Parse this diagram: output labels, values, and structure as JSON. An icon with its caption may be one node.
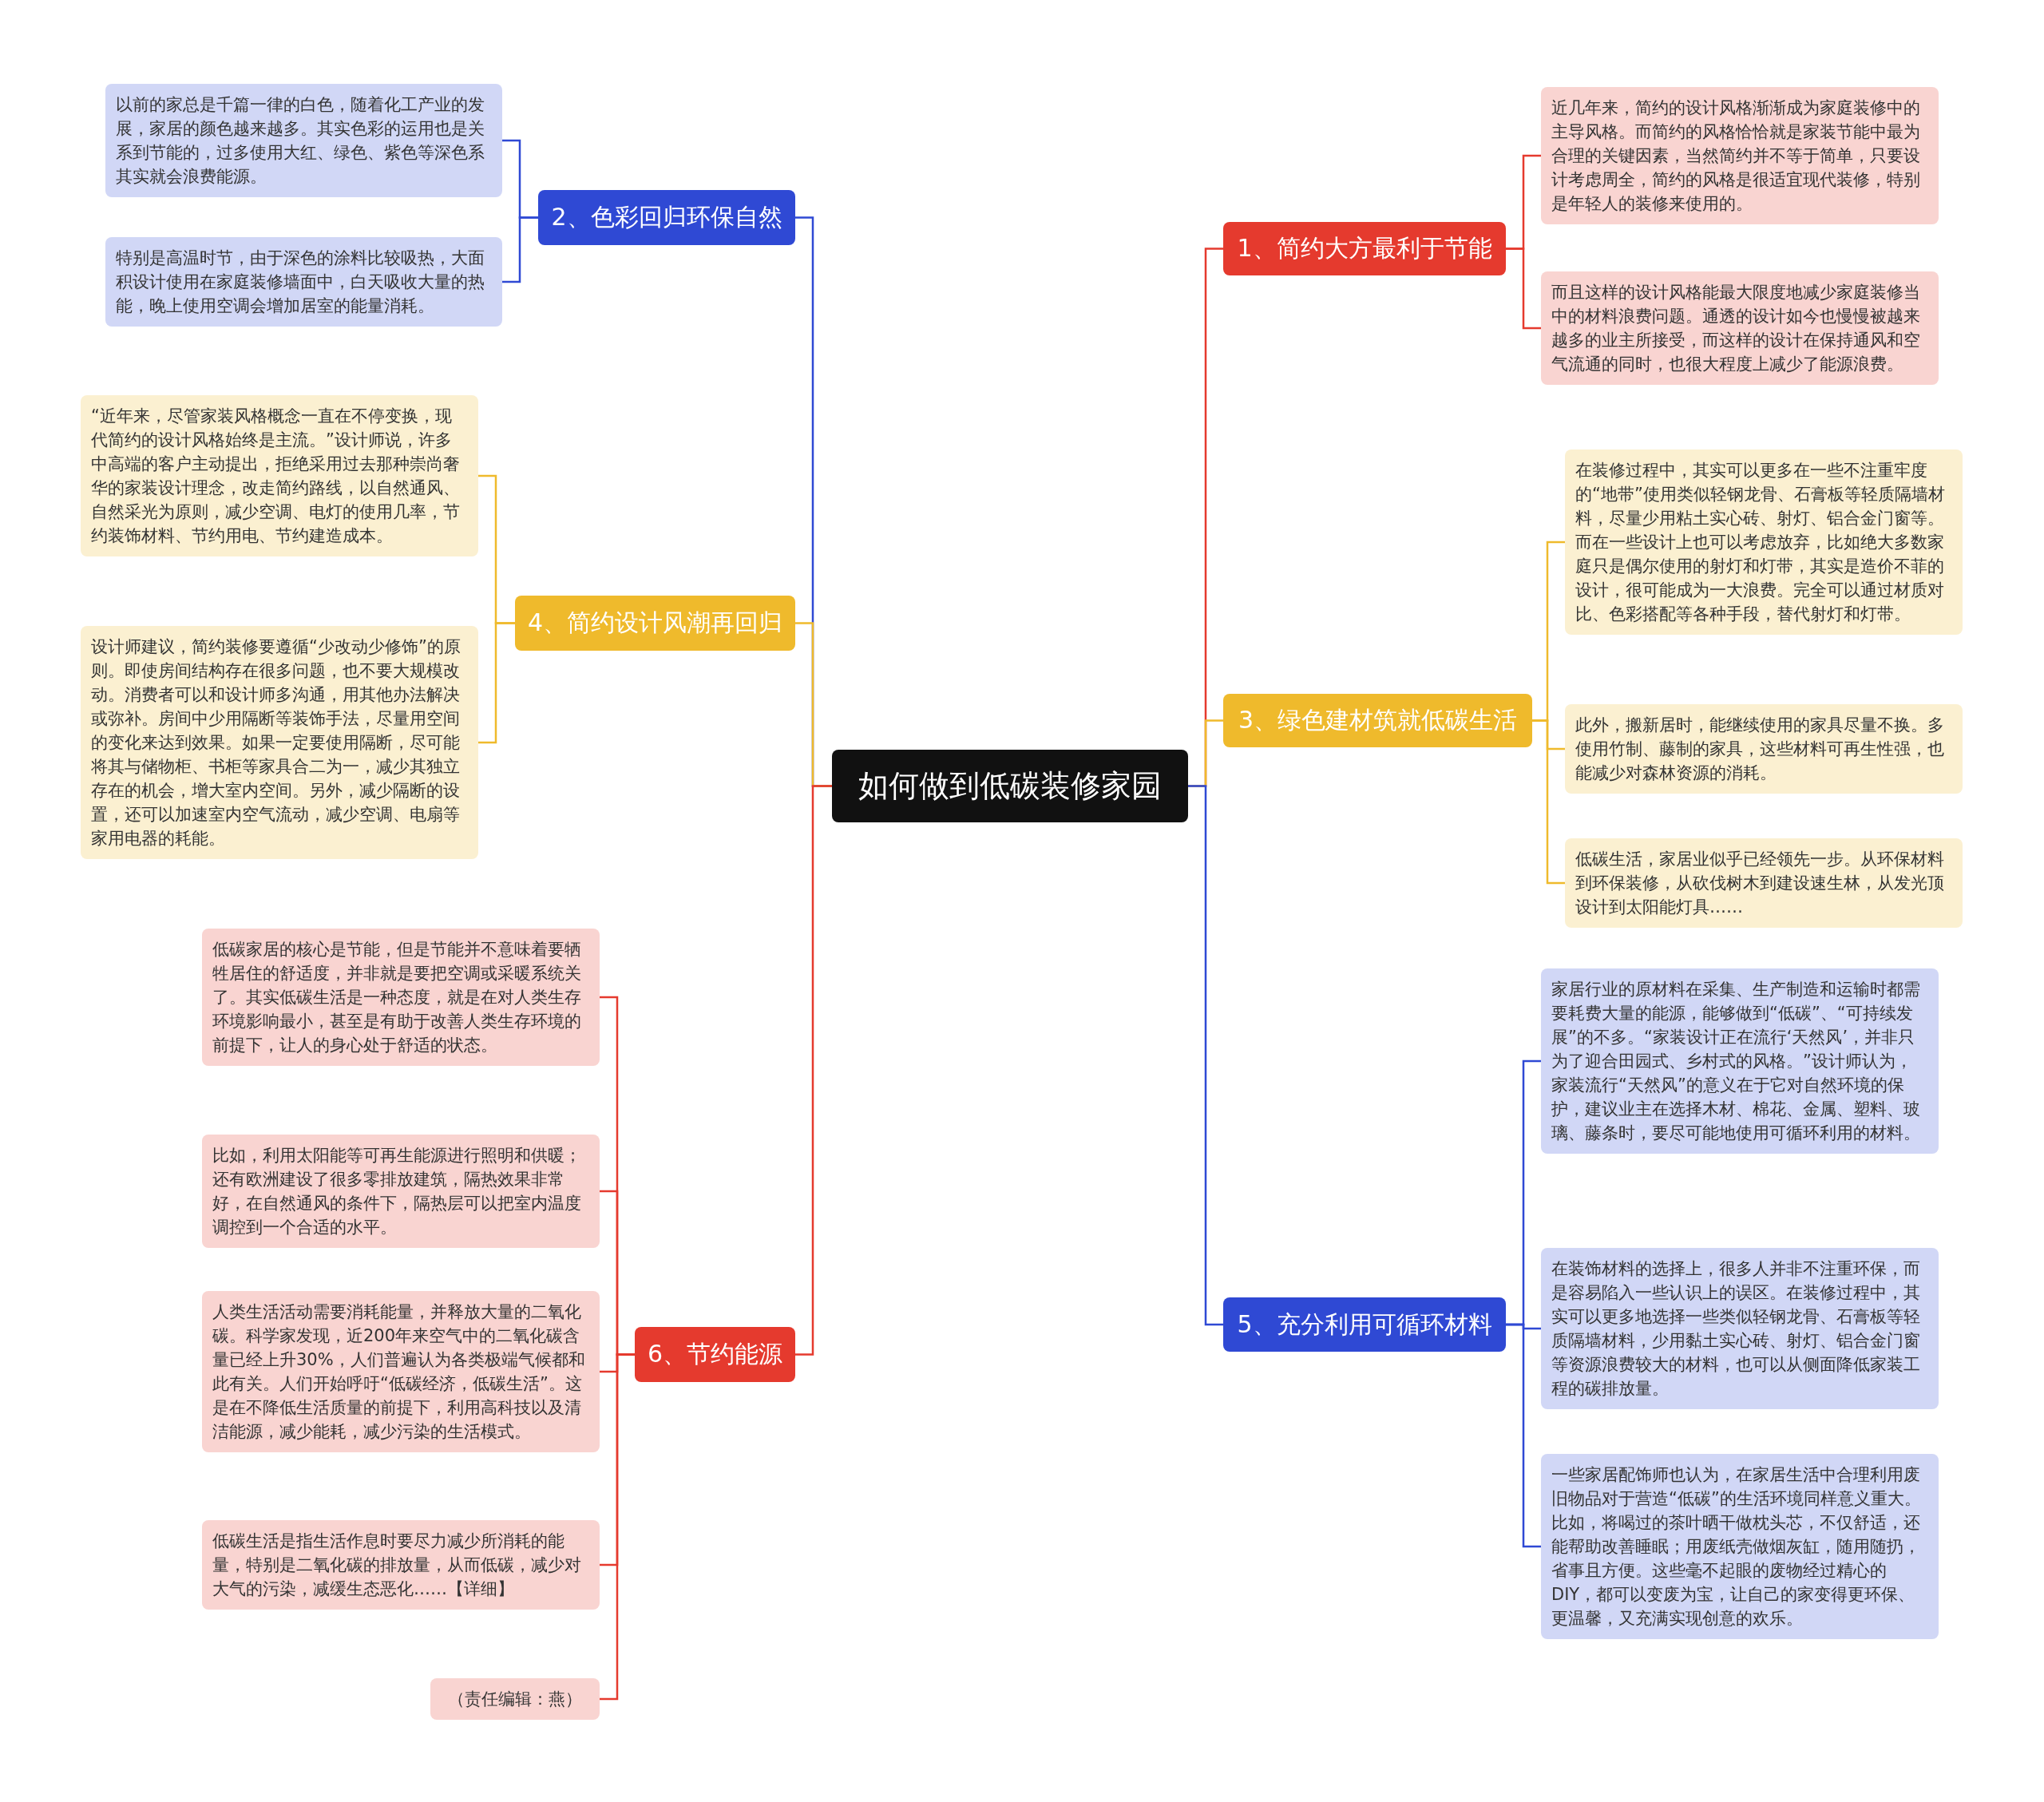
{
  "diagram": {
    "nodes": [
      {
        "text": [
          "如何做到低碳装修家园"
        ]
      },
      {
        "text": [
          "1、简约大方最利于节能"
        ]
      },
      {
        "text": [
          "近几年来，简约的设计风格渐渐成为家庭装修中的主导风格。而简约的风格恰恰就是家装节能中最为合理的关键因素，当然简约并不等于简单，只要设计考虑周全，简约的风格是很适宜现代装修，特别是年轻人的装修来使用的。"
        ]
      },
      {
        "text": [
          "而且这样的设计风格能最大限度地减少家庭装修当中的材料浪费问题。通透的设计如今也慢慢被越来越多的业主所接受，而这样的设计在保持通风和空气流通的同时，也很大程度上减少了能源浪费。"
        ]
      },
      {
        "text": [
          "2、色彩回归环保自然"
        ]
      },
      {
        "text": [
          "以前的家总是千篇一律的白色，随着化工产业的发展，家居的颜色越来越多。其实色彩的运用也是关系到节能的，过多使用大红、绿色、紫色等深色系其实就会浪费能源。"
        ]
      },
      {
        "text": [
          "特别是高温时节，由于深色的涂料比较吸热，大面积设计使用在家庭装修墙面中，白天吸收大量的热能，晚上使用空调会增加居室的能量消耗。"
        ]
      },
      {
        "text": [
          "3、绿色建材筑就低碳生活"
        ]
      },
      {
        "text": [
          "在装修过程中，其实可以更多在一些不注重牢度的“地带”使用类似轻钢龙骨、石膏板等轻质隔墙材料，尽量少用粘土实心砖、射灯、铝合金门窗等。而在一些设计上也可以考虑放弃，比如绝大多数家庭只是偶尔使用的射灯和灯带，其实是造价不菲的设计，很可能成为一大浪费。完全可以通过材质对比、色彩搭配等各种手段，替代射灯和灯带。"
        ]
      },
      {
        "text": [
          "此外，搬新居时，能继续使用的家具尽量不换。多使用竹制、藤制的家具，这些材料可再生性强，也能减少对森林资源的消耗。"
        ]
      },
      {
        "text": [
          "低碳生活，家居业似乎已经领先一步。从环保材料到环保装修，从砍伐树木到建设速生林，从发光顶设计到太阳能灯具……"
        ]
      },
      {
        "text": [
          "4、简约设计风潮再回归"
        ]
      },
      {
        "text": [
          "“近年来，尽管家装风格概念一直在不停变换，现代简约的设计风格始终是主流。”设计师说，许多中高端的客户主动提出，拒绝采用过去那种崇尚奢华的家装设计理念，改走简约路线，以自然通风、自然采光为原则，减少空调、电灯的使用几率，节约装饰材料、节约用电、节约建造成本。"
        ]
      },
      {
        "text": [
          "设计师建议，简约装修要遵循“少改动少修饰”的原则。即使房间结构存在很多问题，也不要大规模改动。消费者可以和设计师多沟通，用其他办法解决或弥补。房间中少用隔断等装饰手法，尽量用空间的变化来达到效果。如果一定要使用隔断，尽可能将其与储物柜、书柜等家具合二为一，减少其独立存在的机会，增大室内空间。另外，减少隔断的设置，还可以加速室内空气流动，减少空调、电扇等家用电器的耗能。"
        ]
      },
      {
        "text": [
          "5、充分利用可循环材料"
        ]
      },
      {
        "text": [
          "家居行业的原材料在采集、生产制造和运输时都需要耗费大量的能源，能够做到“低碳”、“可持续发展”的不多。“家装设计正在流行‘天然风’，并非只为了迎合田园式、乡村式的风格。”设计师认为，家装流行“天然风”的意义在于它对自然环境的保护，建议业主在选择木材、棉花、金属、塑料、玻璃、藤条时，要尽可能地使用可循环利用的材料。"
        ]
      },
      {
        "text": [
          "在装饰材料的选择上，很多人并非不注重环保，而是容易陷入一些认识上的误区。在装修过程中，其实可以更多地选择一些类似轻钢龙骨、石膏板等轻质隔墙材料，少用黏土实心砖、射灯、铝合金门窗等资源浪费较大的材料，也可以从侧面降低家装工程的碳排放量。"
        ]
      },
      {
        "text": [
          "一些家居配饰师也认为，在家居生活中合理利用废旧物品对于营造“低碳”的生活环境同样意义重大。比如，将喝过的茶叶晒干做枕头芯，不仅舒适，还能帮助改善睡眠；用废纸壳做烟灰缸，随用随扔，省事且方便。这些毫不起眼的废物经过精心的DIY，都可以变废为宝，让自己的家变得更环保、更温馨，又充满实现创意的欢乐。"
        ]
      },
      {
        "text": [
          "6、节约能源"
        ]
      },
      {
        "text": [
          "低碳家居的核心是节能，但是节能并不意味着要牺牲居住的舒适度，并非就是要把空调或采暖系统关了。其实低碳生活是一种态度，就是在对人类生存环境影响最小，甚至是有助于改善人类生存环境的前提下，让人的身心处于舒适的状态。"
        ]
      },
      {
        "text": [
          "比如，利用太阳能等可再生能源进行照明和供暖；还有欧洲建设了很多零排放建筑，隔热效果非常好，在自然通风的条件下，隔热层可以把室内温度调控到一个合适的水平。"
        ]
      },
      {
        "text": [
          "人类生活活动需要消耗能量，并释放大量的二氧化碳。科学家发现，近200年来空气中的二氧化碳含量已经上升30%，人们普遍认为各类极端气候都和此有关。人们开始呼吁“低碳经济，低碳生活”。这是在不降低生活质量的前提下，利用高科技以及清洁能源，减少能耗，减少污染的生活模式。"
        ]
      },
      {
        "text": [
          "低碳生活是指生活作息时要尽力减少所消耗的能量，特别是二氧化碳的排放量，从而低碳，减少对大气的污染，减缓生态恶化……【详细】"
        ]
      },
      {
        "text": [
          "（责任编辑：燕）"
        ]
      }
    ],
    "edges": [
      {
        "from": 0,
        "to": 1,
        "arrow": "none",
        "color": "#e53a2e"
      },
      {
        "from": 1,
        "to": 2,
        "arrow": "none",
        "color": "#e53a2e"
      },
      {
        "from": 1,
        "to": 3,
        "arrow": "none",
        "color": "#e53a2e"
      },
      {
        "from": 0,
        "to": 4,
        "arrow": "none",
        "color": "#2f49d4"
      },
      {
        "from": 4,
        "to": 5,
        "arrow": "none",
        "color": "#2f49d4"
      },
      {
        "from": 4,
        "to": 6,
        "arrow": "none",
        "color": "#2f49d4"
      },
      {
        "from": 0,
        "to": 7,
        "arrow": "none",
        "color": "#efba2c"
      },
      {
        "from": 7,
        "to": 8,
        "arrow": "none",
        "color": "#efba2c"
      },
      {
        "from": 7,
        "to": 9,
        "arrow": "none",
        "color": "#efba2c"
      },
      {
        "from": 7,
        "to": 10,
        "arrow": "none",
        "color": "#efba2c"
      },
      {
        "from": 0,
        "to": 11,
        "arrow": "none",
        "color": "#efba2c"
      },
      {
        "from": 11,
        "to": 12,
        "arrow": "none",
        "color": "#efba2c"
      },
      {
        "from": 11,
        "to": 13,
        "arrow": "none",
        "color": "#efba2c"
      },
      {
        "from": 0,
        "to": 14,
        "arrow": "none",
        "color": "#2f49d4"
      },
      {
        "from": 14,
        "to": 15,
        "arrow": "none",
        "color": "#2f49d4"
      },
      {
        "from": 14,
        "to": 16,
        "arrow": "none",
        "color": "#2f49d4"
      },
      {
        "from": 14,
        "to": 17,
        "arrow": "none",
        "color": "#2f49d4"
      },
      {
        "from": 0,
        "to": 18,
        "arrow": "none",
        "color": "#e53a2e"
      },
      {
        "from": 18,
        "to": 19,
        "arrow": "none",
        "color": "#e53a2e"
      },
      {
        "from": 18,
        "to": 20,
        "arrow": "none",
        "color": "#e53a2e"
      },
      {
        "from": 18,
        "to": 21,
        "arrow": "none",
        "color": "#e53a2e"
      },
      {
        "from": 18,
        "to": 22,
        "arrow": "none",
        "color": "#e53a2e"
      },
      {
        "from": 18,
        "to": 23,
        "arrow": "none",
        "color": "#e53a2e"
      }
    ]
  }
}
